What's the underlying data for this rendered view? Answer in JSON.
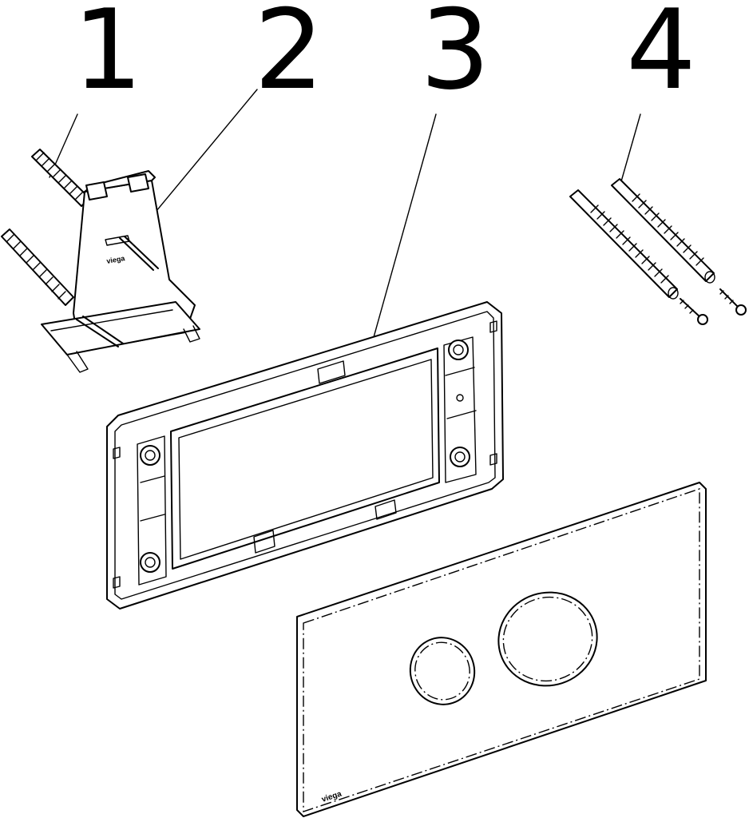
{
  "callouts": [
    {
      "label": "1"
    },
    {
      "label": "2"
    },
    {
      "label": "3"
    },
    {
      "label": "4"
    }
  ],
  "brand": {
    "bracket_mark": "viega",
    "plate_mark": "viega"
  }
}
